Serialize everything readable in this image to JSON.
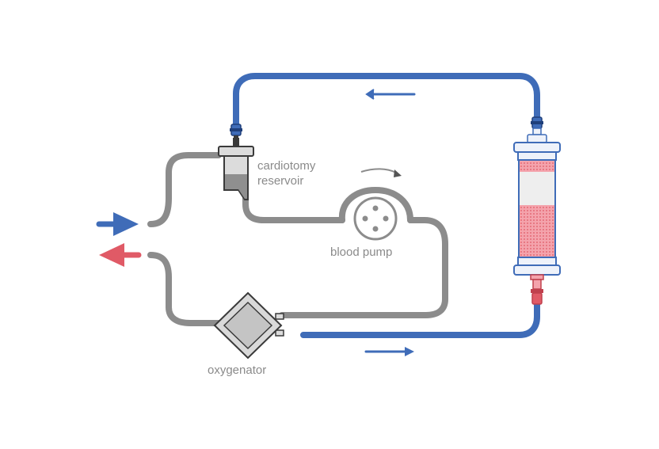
{
  "labels": {
    "reservoir_line1": "cardiotomy",
    "reservoir_line2": "reservoir",
    "pump": "blood pump",
    "oxygenator": "oxygenator"
  },
  "colors": {
    "tube_gray": "#8c8c8c",
    "venous_blue": "#3f6cb8",
    "arterial_red": "#e05a66",
    "component_fill": "#d9d9d9",
    "outline": "#3a3a3a"
  },
  "icons": {
    "inflow_arrow": "arrow-right-icon",
    "outflow_arrow": "arrow-left-icon",
    "flow_top": "arrow-left-icon",
    "flow_bottom": "arrow-right-icon"
  }
}
